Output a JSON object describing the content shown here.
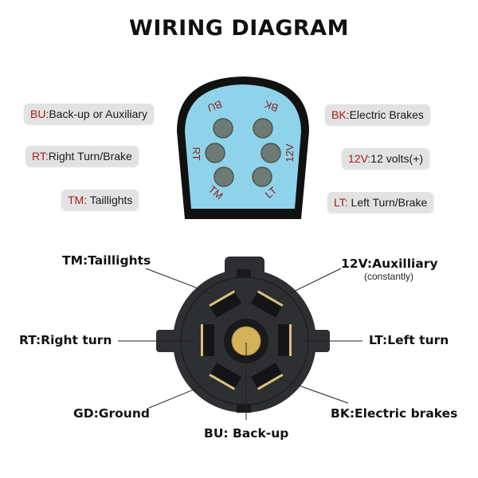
{
  "title": "WIRING DIAGRAM",
  "colors": {
    "plug_face": "#8fd3ea",
    "plug_body": "#111111",
    "pin": "#6e7a75",
    "code_text": "#a31c1c",
    "pill_bg": "#e2e2e2",
    "socket_body": "#2e2f33",
    "brass": "#d4b25a"
  },
  "plug_face_labels": [
    "BU",
    "BK",
    "RT",
    "12V",
    "TM",
    "LT"
  ],
  "legend_left": [
    {
      "code": "BU:",
      "text": "Back-up or Auxiliary"
    },
    {
      "code": "RT:",
      "text": "Right Turn/Brake"
    },
    {
      "code": "TM:",
      "text": " Taillights"
    }
  ],
  "legend_right": [
    {
      "code": "BK:",
      "text": "Electric Brakes"
    },
    {
      "code": "12V:",
      "text": "12 volts(+)"
    },
    {
      "code": "LT:",
      "text": " Left Turn/Brake"
    }
  ],
  "socket_labels": {
    "tm": "TM:Taillights",
    "v12": "12V:Auxilliary",
    "v12_note": "(constantly)",
    "rt": "RT:Right turn",
    "lt": "LT:Left turn",
    "gd": "GD:Ground",
    "bk": "BK:Electric brakes",
    "bu": "BU: Back-up"
  }
}
